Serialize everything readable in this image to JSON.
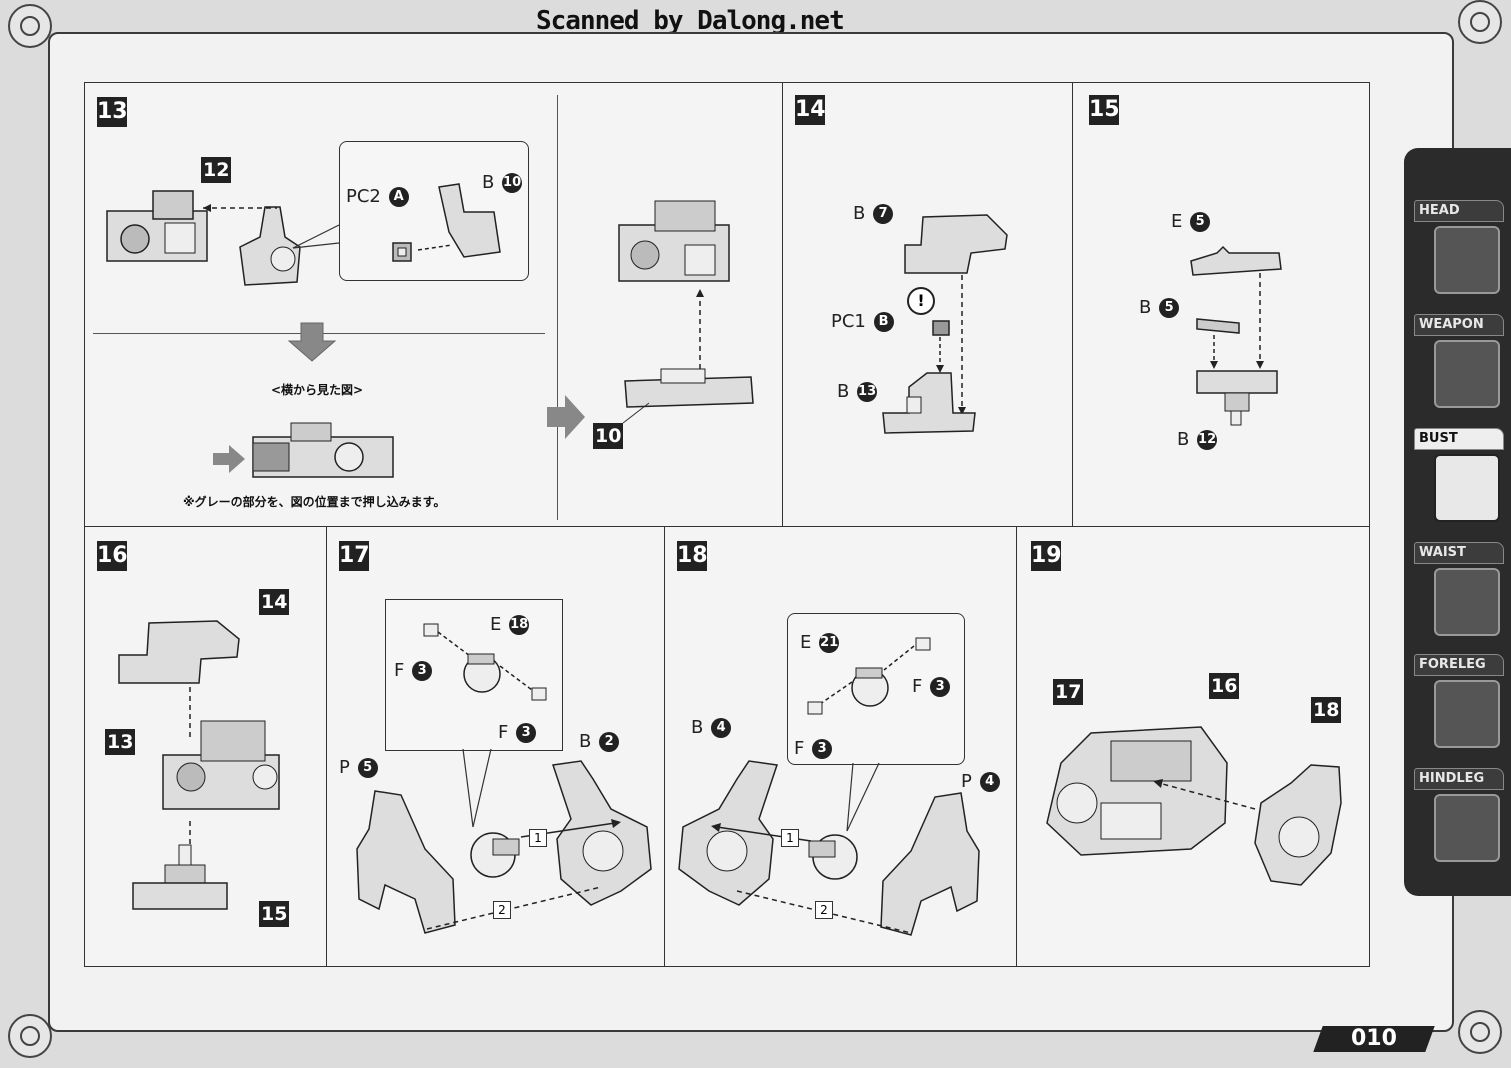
{
  "watermark": "Scanned by Dalong.net",
  "page_number": "010",
  "sidebar": {
    "tabs": [
      {
        "label": "HEAD",
        "icon": "head-part-icon",
        "active": false
      },
      {
        "label": "WEAPON",
        "icon": "weapon-part-icon",
        "active": false
      },
      {
        "label": "BUST",
        "icon": "bust-part-icon",
        "active": true
      },
      {
        "label": "WAIST",
        "icon": "waist-part-icon",
        "active": false
      },
      {
        "label": "FORELEG",
        "icon": "foreleg-part-icon",
        "active": false
      },
      {
        "label": "HINDLEG",
        "icon": "hindleg-part-icon",
        "active": false
      }
    ]
  },
  "steps": {
    "s13": {
      "number": "13",
      "ref_12": "12",
      "pc2_label": "PC2",
      "pc2_part": "A",
      "b_label": "B",
      "b_part": "10",
      "side_view_caption": "<横から見た図>",
      "note": "※グレーの部分を、図の位置まで押し込みます。",
      "ref_10": "10"
    },
    "s14": {
      "number": "14",
      "b7_letter": "B",
      "b7_num": "7",
      "caution": "!",
      "pc1_letter": "PC1",
      "pc1_part": "B",
      "b13_letter": "B",
      "b13_num": "13"
    },
    "s15": {
      "number": "15",
      "e5_letter": "E",
      "e5_num": "5",
      "b5_letter": "B",
      "b5_num": "5",
      "b12_letter": "B",
      "b12_num": "12"
    },
    "s16": {
      "number": "16",
      "ref_14": "14",
      "ref_13": "13",
      "ref_15": "15"
    },
    "s17": {
      "number": "17",
      "e18_letter": "E",
      "e18_num": "18",
      "f3a_letter": "F",
      "f3a_num": "3",
      "f3b_letter": "F",
      "f3b_num": "3",
      "p5_letter": "P",
      "p5_num": "5",
      "b2_letter": "B",
      "b2_num": "2",
      "seq1": "1",
      "seq2": "2"
    },
    "s18": {
      "number": "18",
      "e21_letter": "E",
      "e21_num": "21",
      "f3a_letter": "F",
      "f3a_num": "3",
      "f3b_letter": "F",
      "f3b_num": "3",
      "b4_letter": "B",
      "b4_num": "4",
      "p4_letter": "P",
      "p4_num": "4",
      "seq1": "1",
      "seq2": "2"
    },
    "s19": {
      "number": "19",
      "ref_17": "17",
      "ref_16": "16",
      "ref_18": "18"
    }
  }
}
